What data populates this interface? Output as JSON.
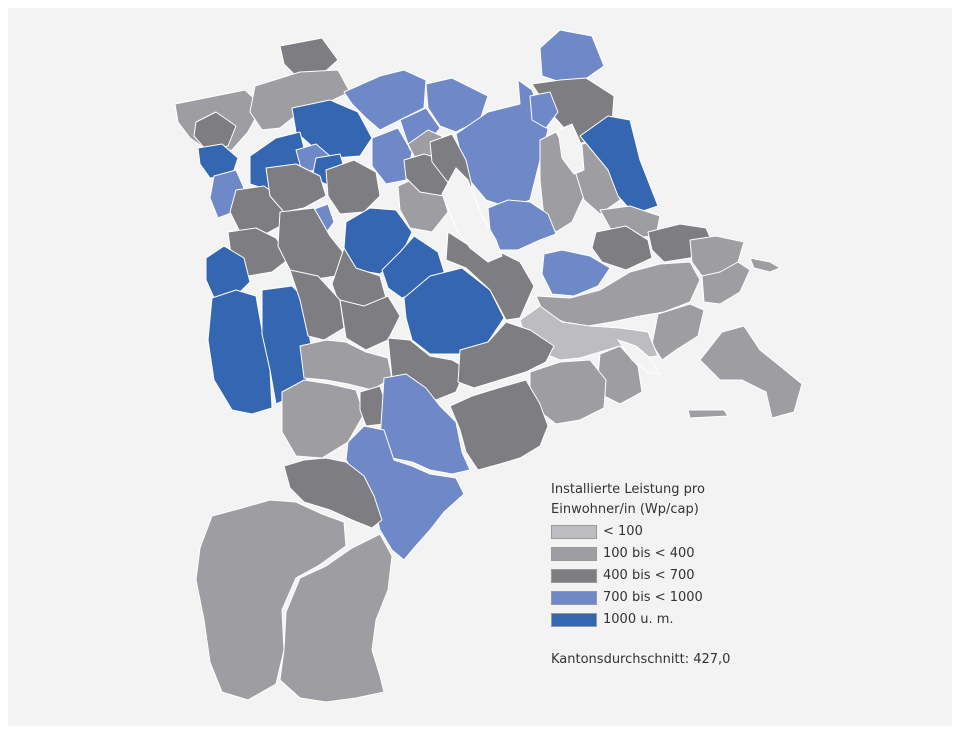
{
  "legend": {
    "title_line1": "Installierte Leistung pro",
    "title_line2": "Einwohner/in (Wp/cap)",
    "classes": [
      {
        "label": "< 100",
        "color": "#bdbdc1"
      },
      {
        "label": "100 bis < 400",
        "color": "#9e9ea2"
      },
      {
        "label": "400 bis < 700",
        "color": "#7d7d82"
      },
      {
        "label": "700 bis < 1000",
        "color": "#6f88c8"
      },
      {
        "label": "1000 u. m.",
        "color": "#3466b2"
      }
    ]
  },
  "average": "Kantonsdurchschnitt: 427,0"
}
